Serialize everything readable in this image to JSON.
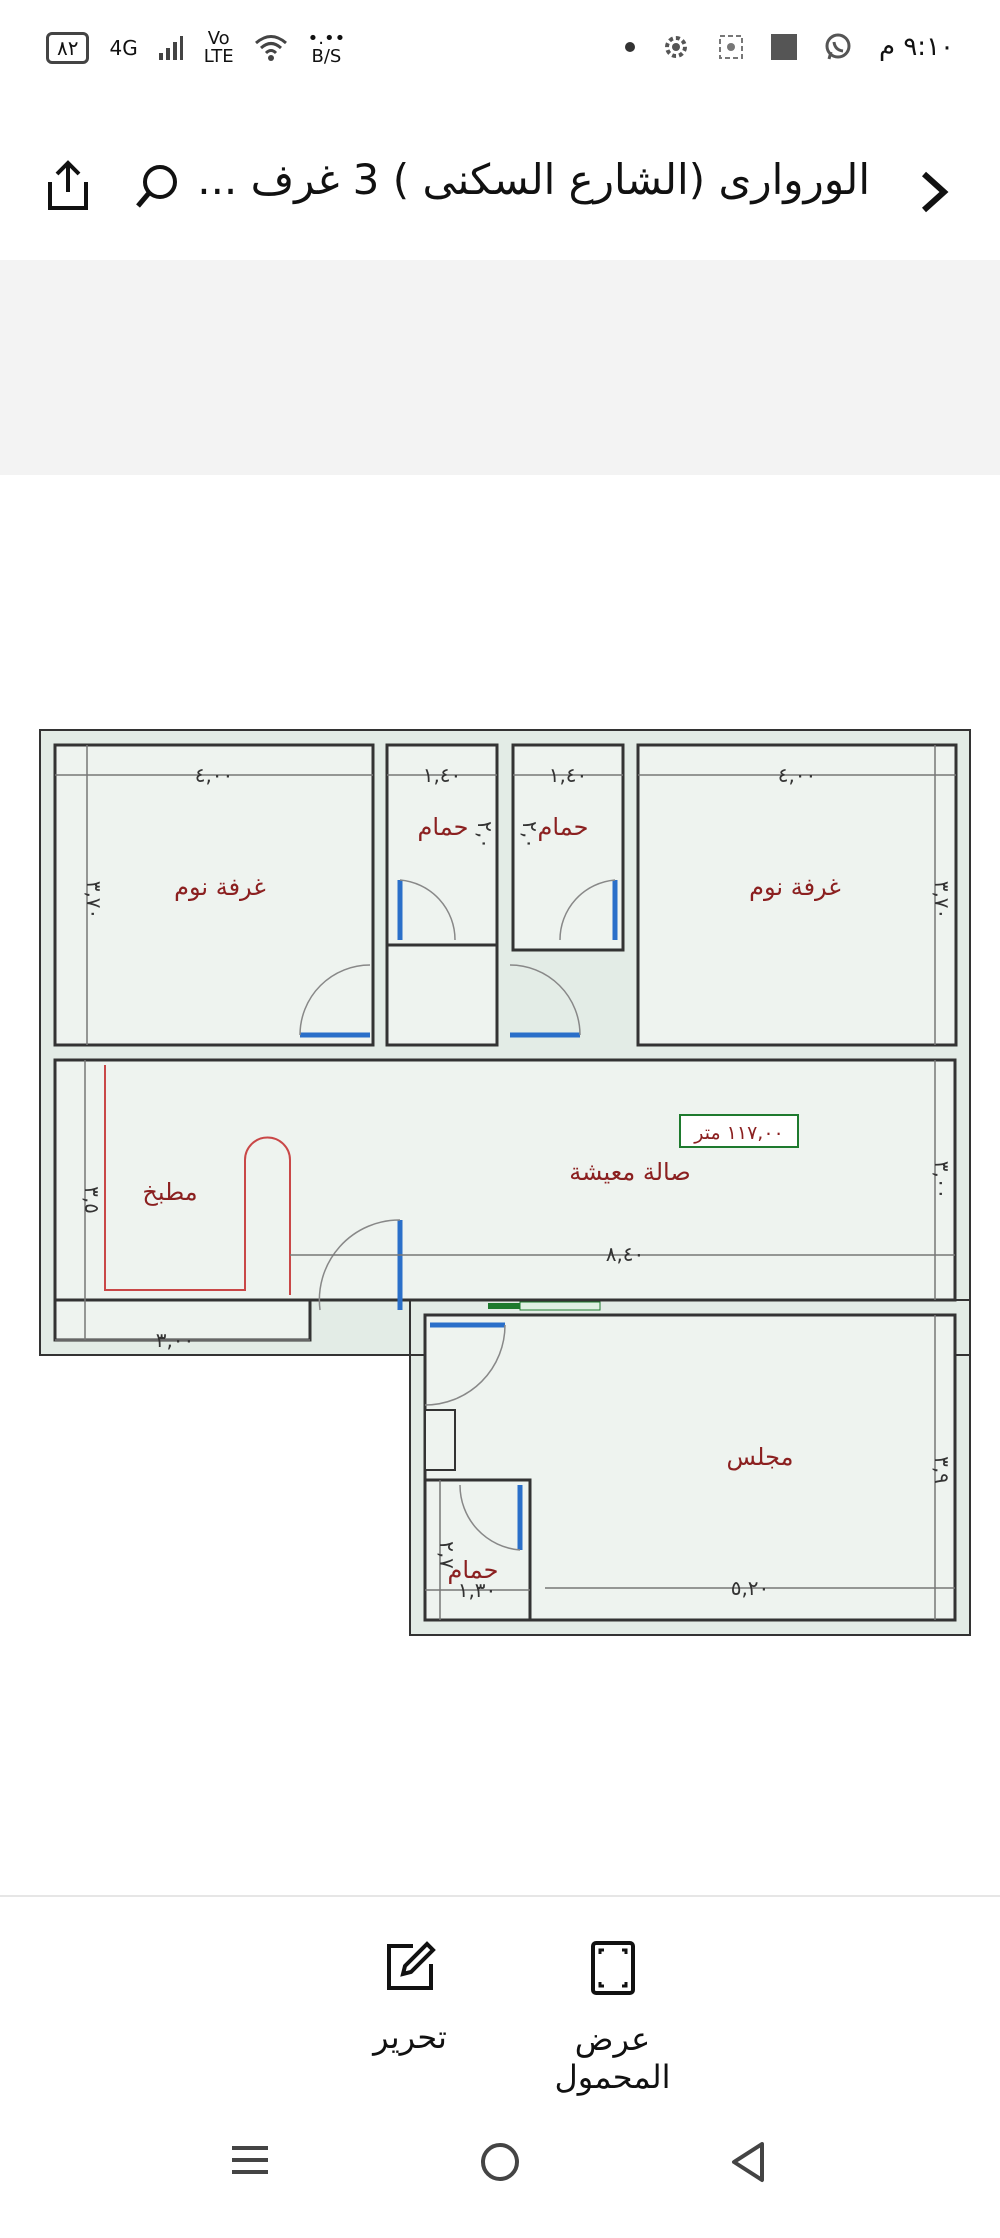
{
  "status_bar": {
    "time": "٩:١٠ م",
    "battery": "٨٢",
    "network": "4G",
    "volte_top": "Vo",
    "volte_bottom": "LTE",
    "speed": "B/S",
    "icons": [
      "dot-icon",
      "settings-icon",
      "screenshot-icon",
      "square-icon",
      "whatsapp-icon",
      "wifi-icon",
      "signal-icon",
      "battery-icon"
    ]
  },
  "header": {
    "title": "الوروارى (الشارع السكنى ) 3 غرف ...",
    "icons": [
      "back-chevron-icon",
      "search-icon",
      "share-icon"
    ]
  },
  "floorplan": {
    "area_badge": "١١٧,٠٠ متر",
    "rooms": {
      "bedroom_left": "غرفة نوم",
      "bedroom_right": "غرفة نوم",
      "bath_1": "حمام",
      "bath_2": "حمام",
      "bath_3": "حمام",
      "living": "صالة معيشة",
      "kitchen": "مطبخ",
      "majlis": "مجلس"
    },
    "dims": {
      "bed_left_w": "٤,٠٠",
      "bed_left_h": "٣,٧٠",
      "bath1_w": "١,٤٠",
      "bath1_h": "٢,٠",
      "bath2_w": "١,٤٠",
      "bath2_h": "٢,٠",
      "bed_right_w": "٤,٠٠",
      "bed_right_h": "٣,٧٠",
      "kitchen_h": "٣,٥",
      "kitchen_w": "٣,٠٠",
      "living_w": "٨,٤٠",
      "living_h": "٣,٠٠",
      "bath3_w": "١,٣٠",
      "bath3_h": "٢,٧",
      "majlis_w": "٥,٢٠",
      "majlis_h": "٣,٩"
    }
  },
  "actions": {
    "edit": "تحرير",
    "mobile_view": "عرض المحمول"
  },
  "nav_icons": [
    "menu-icon",
    "home-circle-icon",
    "back-triangle-icon"
  ]
}
